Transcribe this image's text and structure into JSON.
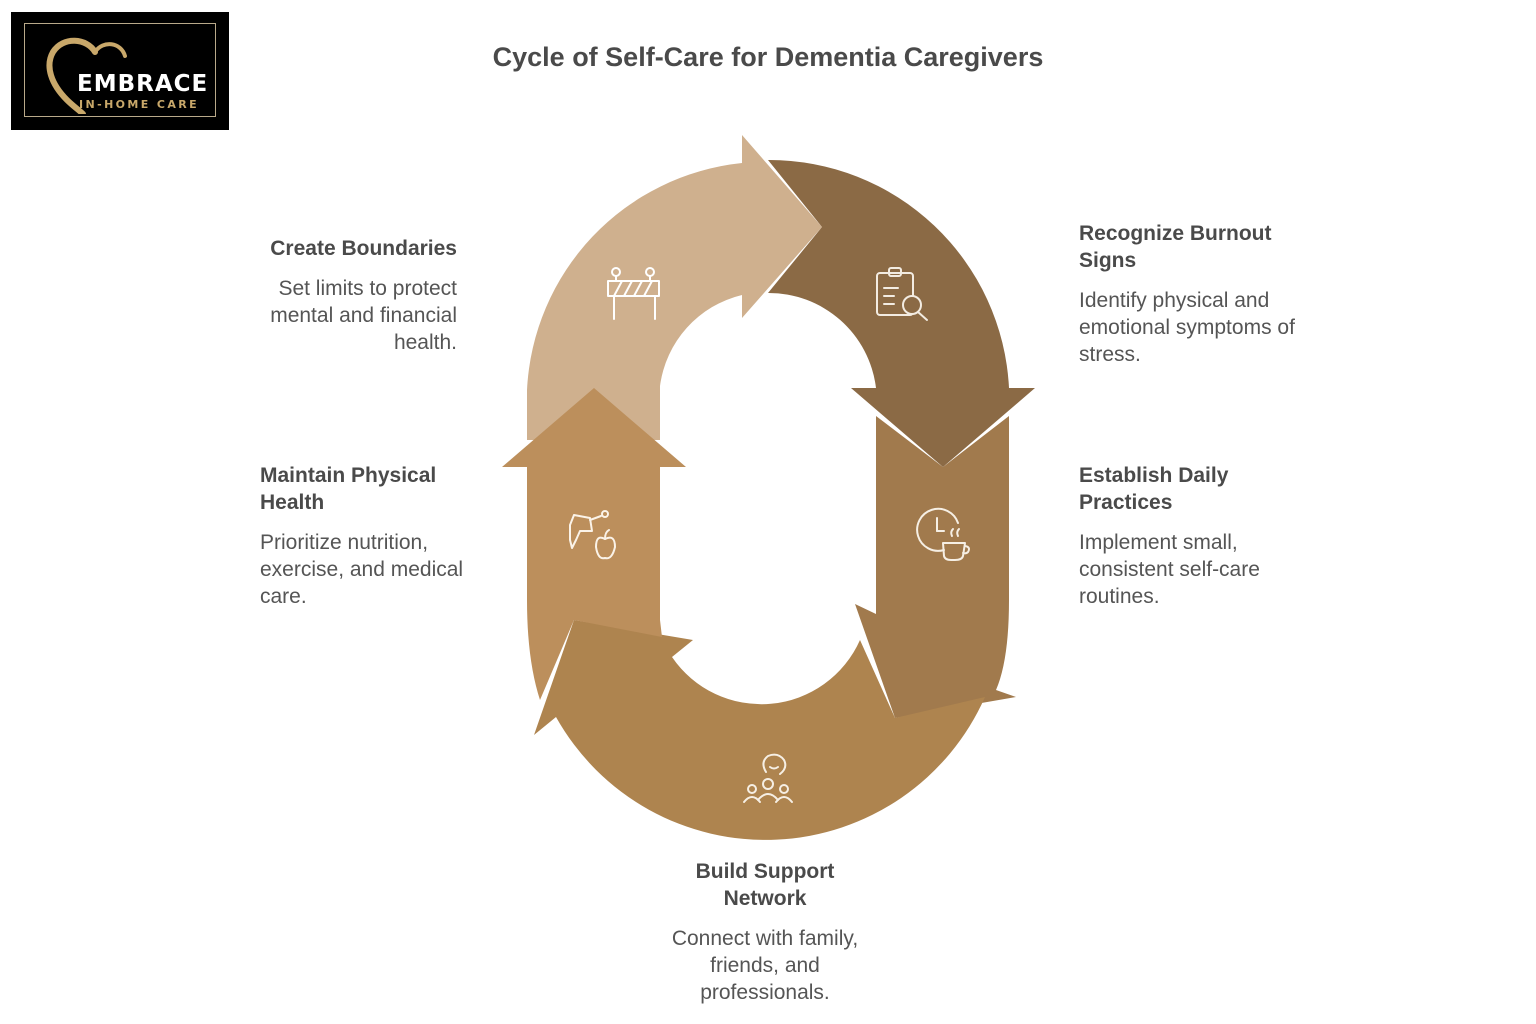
{
  "logo": {
    "name": "EMBRACE",
    "subtitle": "IN-HOME CARE"
  },
  "title": "Cycle of Self-Care for Dementia Caregivers",
  "steps": [
    {
      "id": "recognize",
      "heading": "Recognize Burnout Signs",
      "description": "Identify physical and emotional symptoms of stress.",
      "icon": "clipboard-search-icon",
      "color": "#8b6a45"
    },
    {
      "id": "daily",
      "heading": "Establish Daily Practices",
      "description": "Implement small, consistent self-care routines.",
      "icon": "clock-cup-icon",
      "color": "#a17a4d"
    },
    {
      "id": "support",
      "heading": "Build Support Network",
      "description": "Connect with family, friends, and professionals.",
      "icon": "people-group-icon",
      "color": "#ae844f"
    },
    {
      "id": "physical",
      "heading": "Maintain Physical Health",
      "description": "Prioritize nutrition, exercise, and medical care.",
      "icon": "exercise-apple-icon",
      "color": "#bc8f5c"
    },
    {
      "id": "boundaries",
      "heading": "Create Boundaries",
      "description": "Set limits to protect mental and financial health.",
      "icon": "barrier-icon",
      "color": "#cfb08e"
    }
  ]
}
